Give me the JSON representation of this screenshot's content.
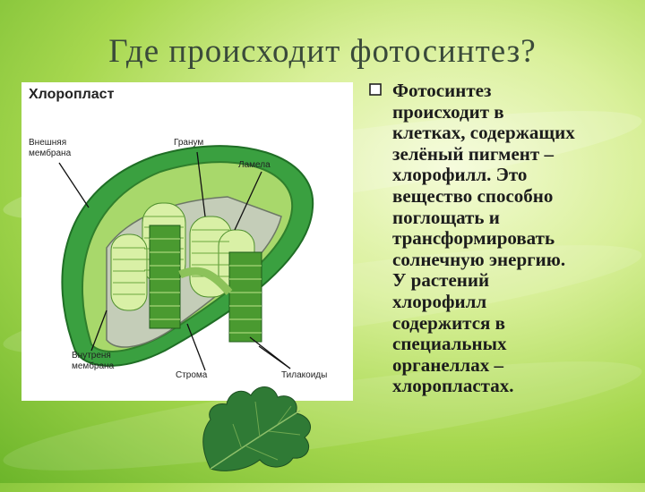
{
  "slide": {
    "title": "Где происходит фотосинтез?"
  },
  "diagram": {
    "title": "Хлоропласт",
    "labels": {
      "outer_membrane": "Внешняя\nмембрана",
      "granum": "Гранум",
      "lamella": "Ламела",
      "inner_membrane": "Внутреня\nмембрана",
      "stroma": "Строма",
      "thylakoids": "Тилакоиды"
    },
    "colors": {
      "outer_green": "#3aa040",
      "inner_green": "#a8d86b",
      "stroma_grey": "#c4cdb8",
      "grana_light": "#d9f0a6",
      "grana_dark": "#4a9a30"
    }
  },
  "bullet_text": {
    "icon": "checkbox-bullet-icon",
    "paragraph": "Фотосинтез\nпроисходит в\nклетках, содержащих\nзелёный пигмент –\nхлорофилл. Это\nвещество способно\nпоглощать и\nтрансформировать\nсолнечную энергию.\nУ растений\nхлорофилл\nсодержится в\nспециальных\nорганеллах –\nхлоропластах."
  },
  "decor": {
    "leaf_icon": "oak-leaf-icon"
  }
}
